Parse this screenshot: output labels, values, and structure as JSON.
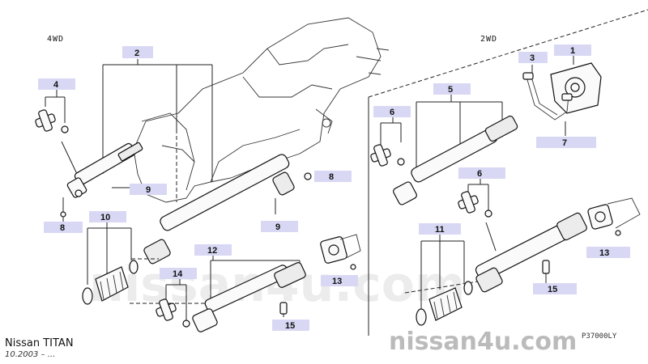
{
  "sections": {
    "left": "4WD",
    "right": "2WD"
  },
  "callouts": {
    "c1": "1",
    "c2": "2",
    "c3": "3",
    "c4": "4",
    "c5": "5",
    "c6a": "6",
    "c6b": "6",
    "c7": "7",
    "c8a": "8",
    "c8b": "8",
    "c9a": "9",
    "c9b": "9",
    "c10": "10",
    "c11": "11",
    "c12": "12",
    "c13a": "13",
    "c13b": "13",
    "c14": "14",
    "c15a": "15",
    "c15b": "15"
  },
  "footer": {
    "model": "Nissan TITAN",
    "date": "10.2003 – ...",
    "figure_code": "P37000LY"
  },
  "watermark": "nissan4u.com"
}
